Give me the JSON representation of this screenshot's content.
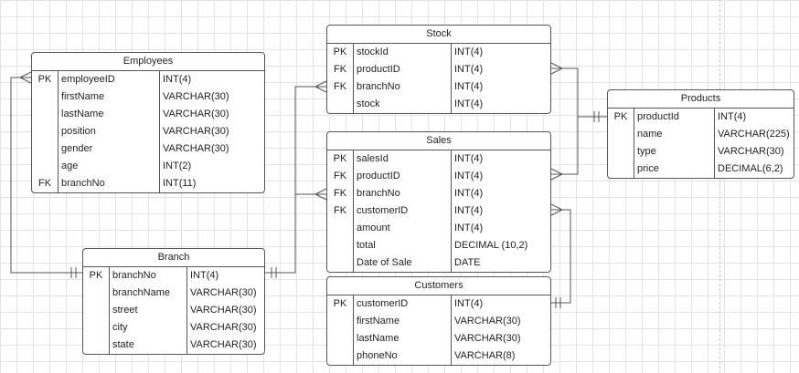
{
  "entities": {
    "stock": {
      "title": "Stock",
      "rows": [
        {
          "key": "PK",
          "field": "stockId",
          "type": "INT(4)"
        },
        {
          "key": "FK",
          "field": "productID",
          "type": "INT(4)"
        },
        {
          "key": "FK",
          "field": "branchNo",
          "type": "INT(4)"
        },
        {
          "key": "",
          "field": "stock",
          "type": "INT(4)"
        }
      ]
    },
    "employees": {
      "title": "Employees",
      "rows": [
        {
          "key": "PK",
          "field": "employeeID",
          "type": "INT(4)"
        },
        {
          "key": "",
          "field": "firstName",
          "type": "VARCHAR(30)"
        },
        {
          "key": "",
          "field": "lastName",
          "type": "VARCHAR(30)"
        },
        {
          "key": "",
          "field": "position",
          "type": "VARCHAR(30)"
        },
        {
          "key": "",
          "field": "gender",
          "type": "VARCHAR(30)"
        },
        {
          "key": "",
          "field": "age",
          "type": "INT(2)"
        },
        {
          "key": "FK",
          "field": "branchNo",
          "type": "INT(11)"
        }
      ]
    },
    "products": {
      "title": "Products",
      "rows": [
        {
          "key": "PK",
          "field": "productId",
          "type": "INT(4)"
        },
        {
          "key": "",
          "field": "name",
          "type": "VARCHAR(225)"
        },
        {
          "key": "",
          "field": "type",
          "type": "VARCHAR(30)"
        },
        {
          "key": "",
          "field": "price",
          "type": "DECIMAL(6,2)"
        }
      ]
    },
    "sales": {
      "title": "Sales",
      "rows": [
        {
          "key": "PK",
          "field": "salesId",
          "type": "INT(4)"
        },
        {
          "key": "FK",
          "field": "productID",
          "type": "INT(4)"
        },
        {
          "key": "FK",
          "field": "branchNo",
          "type": "INT(4)"
        },
        {
          "key": "FK",
          "field": "customerID",
          "type": "INT(4)"
        },
        {
          "key": "",
          "field": "amount",
          "type": "INT(4)"
        },
        {
          "key": "",
          "field": "total",
          "type": "DECIMAL (10,2)"
        },
        {
          "key": "",
          "field": "Date of Sale",
          "type": "DATE"
        }
      ]
    },
    "branch": {
      "title": "Branch",
      "rows": [
        {
          "key": "PK",
          "field": "branchNo",
          "type": "INT(4)"
        },
        {
          "key": "",
          "field": "branchName",
          "type": "VARCHAR(30)"
        },
        {
          "key": "",
          "field": "street",
          "type": "VARCHAR(30)"
        },
        {
          "key": "",
          "field": "city",
          "type": "VARCHAR(30)"
        },
        {
          "key": "",
          "field": "state",
          "type": "VARCHAR(30)"
        }
      ]
    },
    "customers": {
      "title": "Customers",
      "rows": [
        {
          "key": "PK",
          "field": "customerID",
          "type": "INT(4)"
        },
        {
          "key": "",
          "field": "firstName",
          "type": "VARCHAR(30)"
        },
        {
          "key": "",
          "field": "lastName",
          "type": "VARCHAR(30)"
        },
        {
          "key": "",
          "field": "phoneNo",
          "type": "VARCHAR(8)"
        }
      ]
    }
  },
  "relationships": [
    {
      "from": "branch",
      "to": "employees",
      "kind": "one-to-many"
    },
    {
      "from": "branch",
      "to": "stock",
      "kind": "one-to-many"
    },
    {
      "from": "branch",
      "to": "sales",
      "kind": "one-to-many"
    },
    {
      "from": "products",
      "to": "stock",
      "kind": "one-to-many"
    },
    {
      "from": "products",
      "to": "sales",
      "kind": "one-to-many"
    },
    {
      "from": "customers",
      "to": "sales",
      "kind": "one-to-many"
    }
  ],
  "colors": {
    "line": "#555555",
    "grid": "#e3e3e3"
  }
}
